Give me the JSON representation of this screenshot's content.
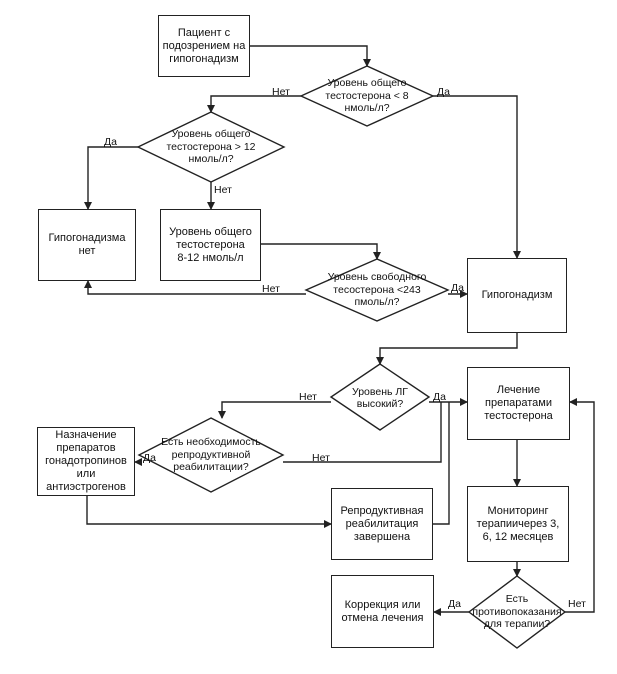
{
  "nodes": {
    "patient": "Пациент с\nподозрением на\nгипогонадизм",
    "tt_lt8": "Уровень общего\nтестостерона < 8\nнмоль/л?",
    "tt_gt12": "Уровень общего\nтестостерона > 12\nнмоль/л?",
    "no_hypo": "Гипогонадизма\nнет",
    "tt_8_12": "Уровень общего\nтестостерона\n8-12 нмоль/л",
    "free_t": "Уровень свободного\nтесостерона <243\nпмоль/л?",
    "hypo": "Гипогонадизм",
    "lh_high": "Уровень ЛГ\nвысокий?",
    "testo_therapy": "Лечение\nпрепаратами\nтестостерона",
    "repro_need": "Есть необходимость\nрепродуктивной\nреабилитации?",
    "gonadotropins": "Назначение\nпрепаратов\nгонадотропинов\nили\nантиэстрогенов",
    "repro_done": "Репродуктивная\nреабилитация\nзавершена",
    "monitoring": "Мониторинг\nтерапиичерез 3,\n6, 12 месяцев",
    "contraind": "Есть\nпротивопоказания\nдля терапии?",
    "correction": "Коррекция или\nотмена лечения"
  },
  "labels": {
    "tt_lt8_no": "Нет",
    "tt_lt8_yes": "Да",
    "tt_gt12_yes": "Да",
    "tt_gt12_no": "Нет",
    "free_t_no": "Нет",
    "free_t_yes": "Да",
    "lh_no": "Нет",
    "lh_yes": "Да",
    "repro_yes": "Да",
    "repro_no": "Нет",
    "contra_yes": "Да",
    "contra_no": "Нет"
  }
}
